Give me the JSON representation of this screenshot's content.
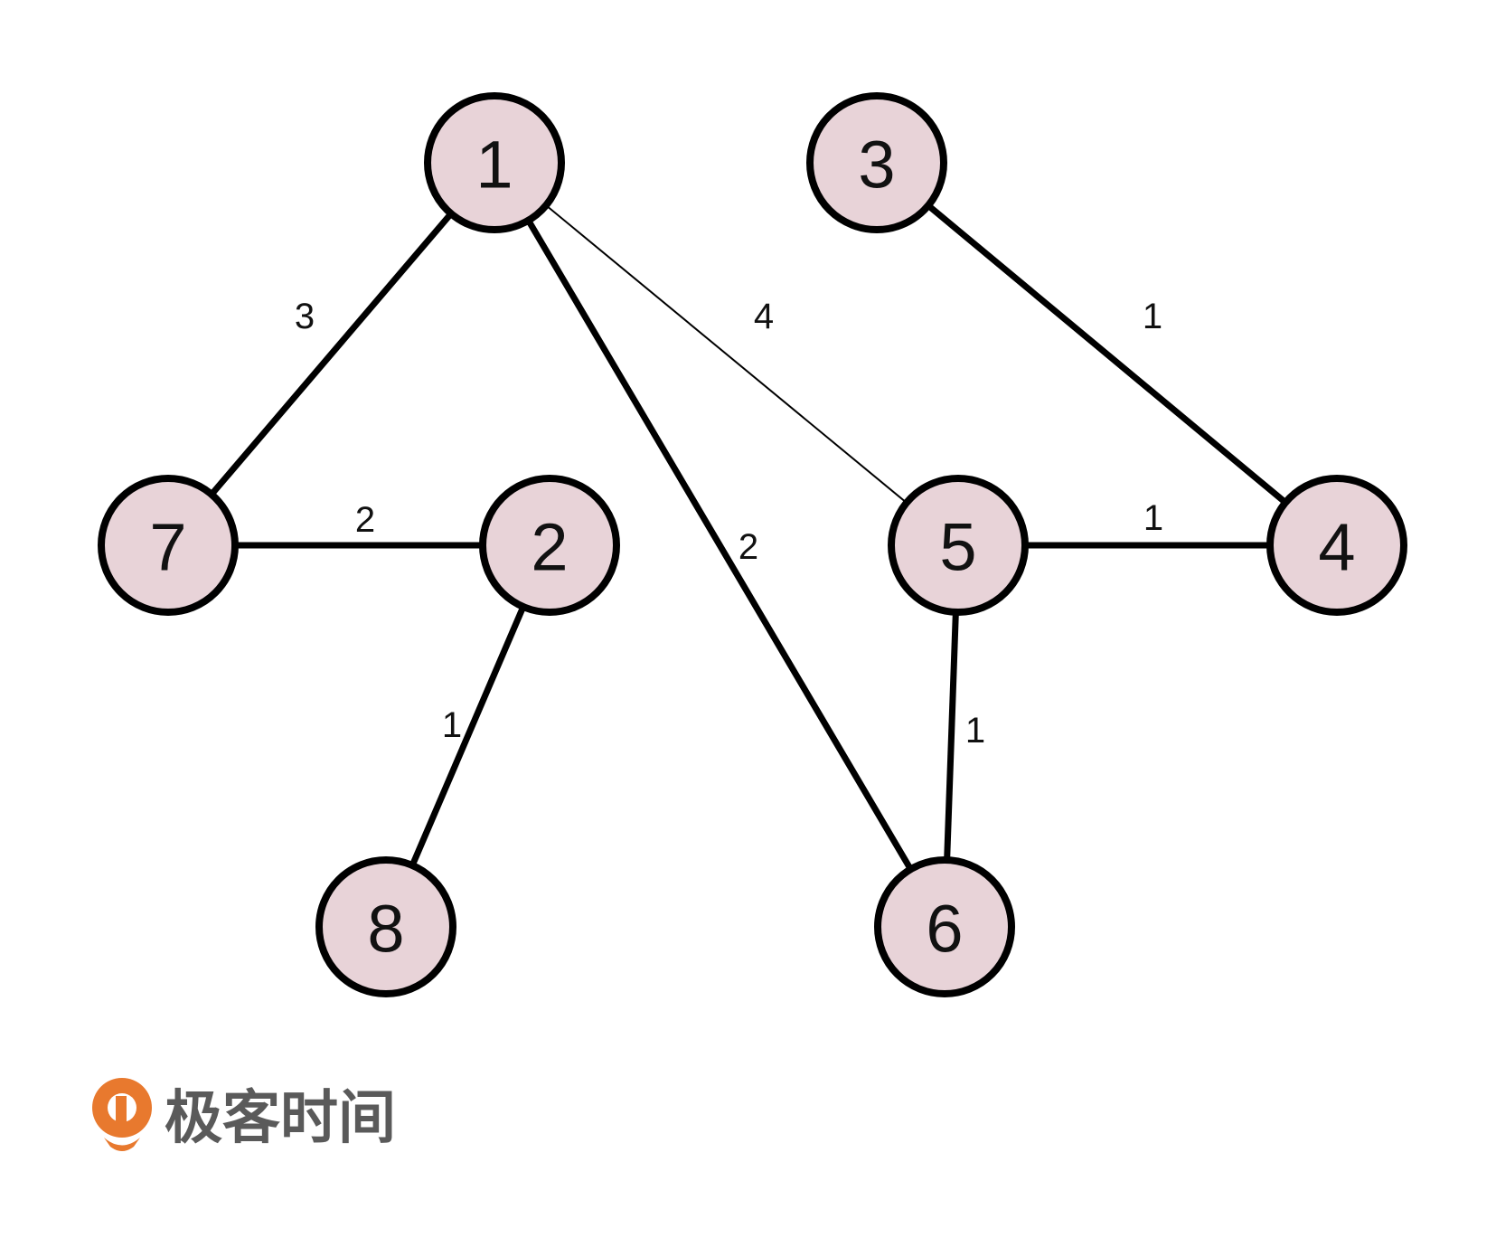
{
  "graph": {
    "node_fill": "#e8d3d8",
    "stroke": "#000000",
    "nodes": [
      {
        "id": "1",
        "label": "1"
      },
      {
        "id": "3",
        "label": "3"
      },
      {
        "id": "7",
        "label": "7"
      },
      {
        "id": "2",
        "label": "2"
      },
      {
        "id": "5",
        "label": "5"
      },
      {
        "id": "4",
        "label": "4"
      },
      {
        "id": "8",
        "label": "8"
      },
      {
        "id": "6",
        "label": "6"
      }
    ],
    "edges": [
      {
        "from": "1",
        "to": "7",
        "weight": "3",
        "style": "thick"
      },
      {
        "from": "1",
        "to": "6",
        "weight": "2",
        "style": "thick"
      },
      {
        "from": "1",
        "to": "5",
        "weight": "4",
        "style": "thin"
      },
      {
        "from": "3",
        "to": "4",
        "weight": "1",
        "style": "thick"
      },
      {
        "from": "7",
        "to": "2",
        "weight": "2",
        "style": "thick"
      },
      {
        "from": "5",
        "to": "4",
        "weight": "1",
        "style": "thick"
      },
      {
        "from": "2",
        "to": "8",
        "weight": "1",
        "style": "thick"
      },
      {
        "from": "5",
        "to": "6",
        "weight": "1",
        "style": "thick"
      }
    ]
  },
  "logo": {
    "text": "极客时间",
    "color": "#e8792e"
  }
}
